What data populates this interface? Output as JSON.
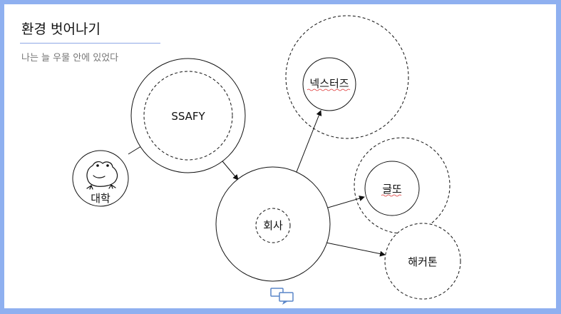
{
  "slide": {
    "title": "환경 벗어나기",
    "subtitle": "나는 늘 우물 안에 있었다"
  },
  "diagram": {
    "nodes": {
      "university": {
        "label": "대학",
        "icon": "frog-icon"
      },
      "ssafy": {
        "label": "SSAFY"
      },
      "company": {
        "label": "회사"
      },
      "nexters": {
        "label": "넥스터즈"
      },
      "geulddo": {
        "label": "글또"
      },
      "hackathon": {
        "label": "해커톤"
      }
    }
  },
  "colors": {
    "frame": "#8fb0f0",
    "accent_rule": "#8fa8e6",
    "stroke": "#111111",
    "spellcheck": "#dd3333"
  }
}
